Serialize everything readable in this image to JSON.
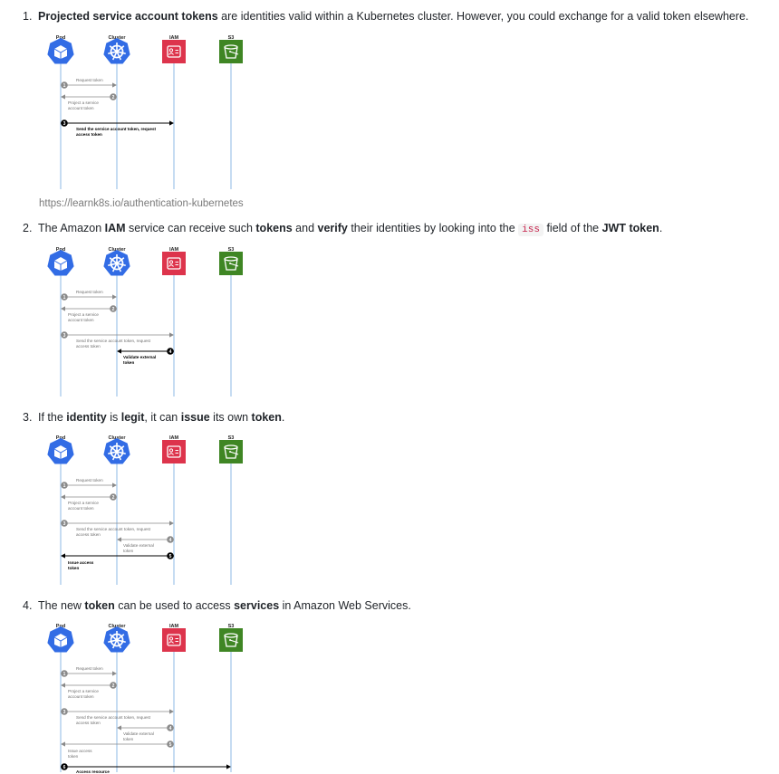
{
  "steps": [
    {
      "number": "1.",
      "parts": [
        {
          "t": "Projected service account tokens",
          "b": true
        },
        {
          "t": " are identities valid within a Kubernetes cluster. However, you could exchange for a valid token elsewhere.",
          "b": false
        }
      ]
    },
    {
      "number": "2.",
      "parts": [
        {
          "t": "The Amazon ",
          "b": false
        },
        {
          "t": "IAM",
          "b": true
        },
        {
          "t": " service can receive such ",
          "b": false
        },
        {
          "t": "tokens",
          "b": true
        },
        {
          "t": " and ",
          "b": false
        },
        {
          "t": "verify",
          "b": true
        },
        {
          "t": " their identities by looking into the ",
          "b": false
        },
        {
          "t": "iss",
          "code": true
        },
        {
          "t": " field of the ",
          "b": false
        },
        {
          "t": "JWT token",
          "b": true
        },
        {
          "t": ".",
          "b": false
        }
      ]
    },
    {
      "number": "3.",
      "parts": [
        {
          "t": "If the ",
          "b": false
        },
        {
          "t": "identity",
          "b": true
        },
        {
          "t": " is ",
          "b": false
        },
        {
          "t": "legit",
          "b": true
        },
        {
          "t": ", it can ",
          "b": false
        },
        {
          "t": "issue",
          "b": true
        },
        {
          "t": " its own ",
          "b": false
        },
        {
          "t": "token",
          "b": true
        },
        {
          "t": ".",
          "b": false
        }
      ]
    },
    {
      "number": "4.",
      "parts": [
        {
          "t": "The new ",
          "b": false
        },
        {
          "t": "token",
          "b": true
        },
        {
          "t": " can be used to access ",
          "b": false
        },
        {
          "t": "services",
          "b": true
        },
        {
          "t": " in Amazon Web Services.",
          "b": false
        }
      ]
    }
  ],
  "link": "https://learnk8s.io/authentication-kubernetes",
  "actors": [
    "Pod",
    "Cluster",
    "IAM",
    "S3"
  ],
  "messages": {
    "m1": "Request token",
    "m2": [
      "Project a service",
      "account token"
    ],
    "m3": [
      "Send the service account token, request",
      "access token"
    ],
    "m4": [
      "Validate external",
      "token"
    ],
    "m5": [
      "Issue access",
      "token"
    ],
    "m6": "Access resource"
  },
  "diagrams": [
    {
      "highlight": 3,
      "count": 3
    },
    {
      "highlight": 4,
      "count": 4
    },
    {
      "highlight": 5,
      "count": 5
    },
    {
      "highlight": 6,
      "count": 6
    }
  ],
  "colors": {
    "k8s_blue": "#326ce5",
    "iam_red": "#dd344c",
    "s3_green": "#3f8624",
    "lifeline": "#c6dcf2",
    "inactive": "#8a8a8a",
    "active": "#000000"
  },
  "icons": {
    "pod": "cube-icon",
    "cluster": "helm-wheel-icon",
    "iam": "id-card-icon",
    "s3": "bucket-icon"
  }
}
